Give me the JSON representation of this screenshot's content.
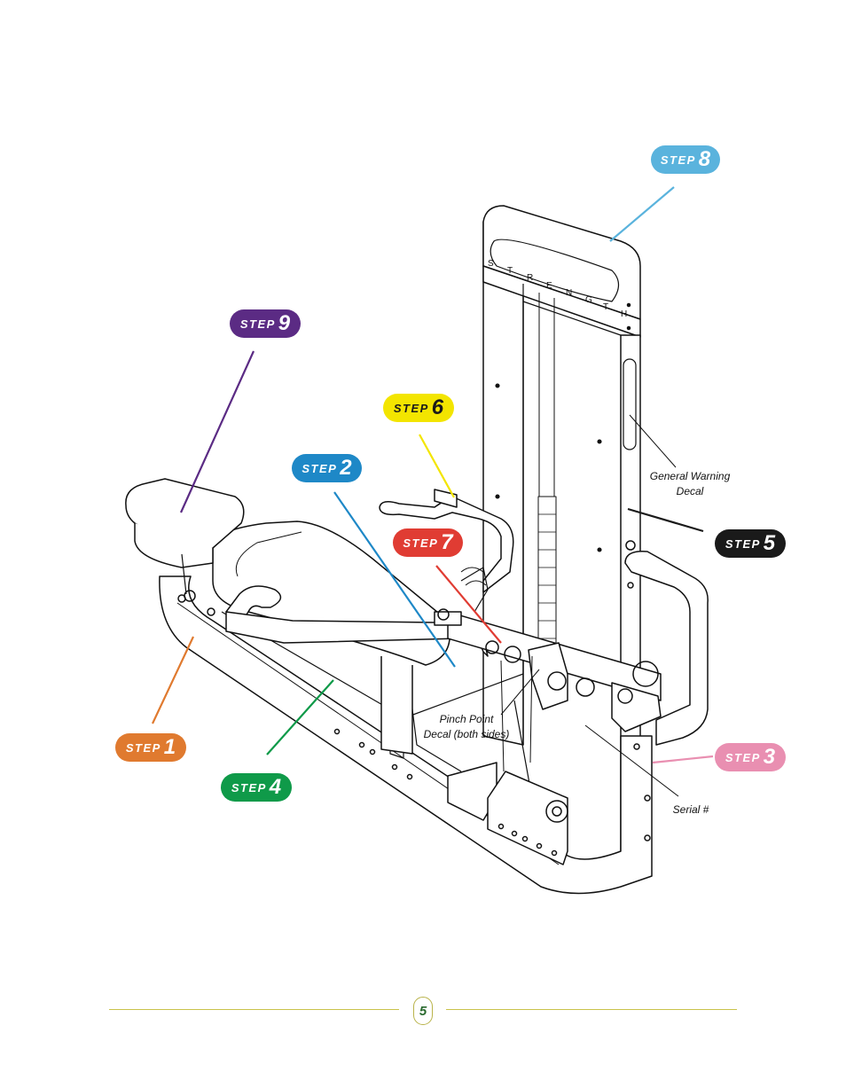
{
  "steps": [
    {
      "word": "STEP",
      "number": "1",
      "color": "#e07a2f"
    },
    {
      "word": "STEP",
      "number": "2",
      "color": "#1e88c7"
    },
    {
      "word": "STEP",
      "number": "3",
      "color": "#e98fb1"
    },
    {
      "word": "STEP",
      "number": "4",
      "color": "#0f9a49"
    },
    {
      "word": "STEP",
      "number": "5",
      "color": "#1a1a1a"
    },
    {
      "word": "STEP",
      "number": "6",
      "color": "#f3e500"
    },
    {
      "word": "STEP",
      "number": "7",
      "color": "#e03c33"
    },
    {
      "word": "STEP",
      "number": "8",
      "color": "#5ab3dd"
    },
    {
      "word": "STEP",
      "number": "9",
      "color": "#5b2b84"
    }
  ],
  "callouts": {
    "general_warning_line1": "General Warning",
    "general_warning_line2": "Decal",
    "pinch_point_line1": "Pinch Point",
    "pinch_point_line2": "Decal (both sides)",
    "serial": "Serial #"
  },
  "branding": {
    "frame_lettering": "STRENGTH"
  },
  "page_number": "5"
}
